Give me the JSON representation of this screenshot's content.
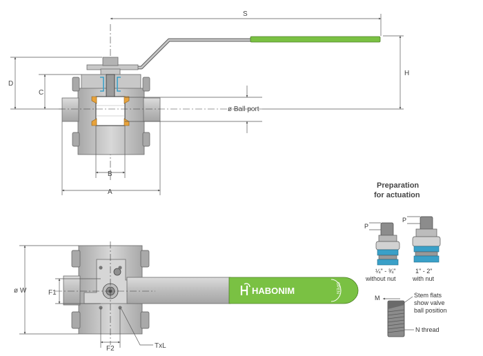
{
  "labels": {
    "s": "S",
    "h": "H",
    "d": "D",
    "c": "C",
    "b": "B",
    "a": "A",
    "ball_port": "ø Ball port",
    "w": "ø W",
    "f1": "F1",
    "f2": "F2",
    "txl": "TxL",
    "m": "M",
    "p_left": "P",
    "p_right": "P",
    "stem_note_1": "Stem flats",
    "stem_note_2": "show valve",
    "stem_note_3": "ball position",
    "n_thread": "N thread"
  },
  "actuation": {
    "title_1": "Preparation",
    "title_2": "for actuation",
    "small_size": "¼\" - ¾\"",
    "small_note": "without nut",
    "large_size": "1\" - 2\"",
    "large_note": "with nut"
  },
  "handle": {
    "brand": "HABONIM",
    "open": "OPEN",
    "color": "#7ac143"
  },
  "colors": {
    "seat": "#e8a33c",
    "actuator_ring": "#3aa0c8"
  }
}
